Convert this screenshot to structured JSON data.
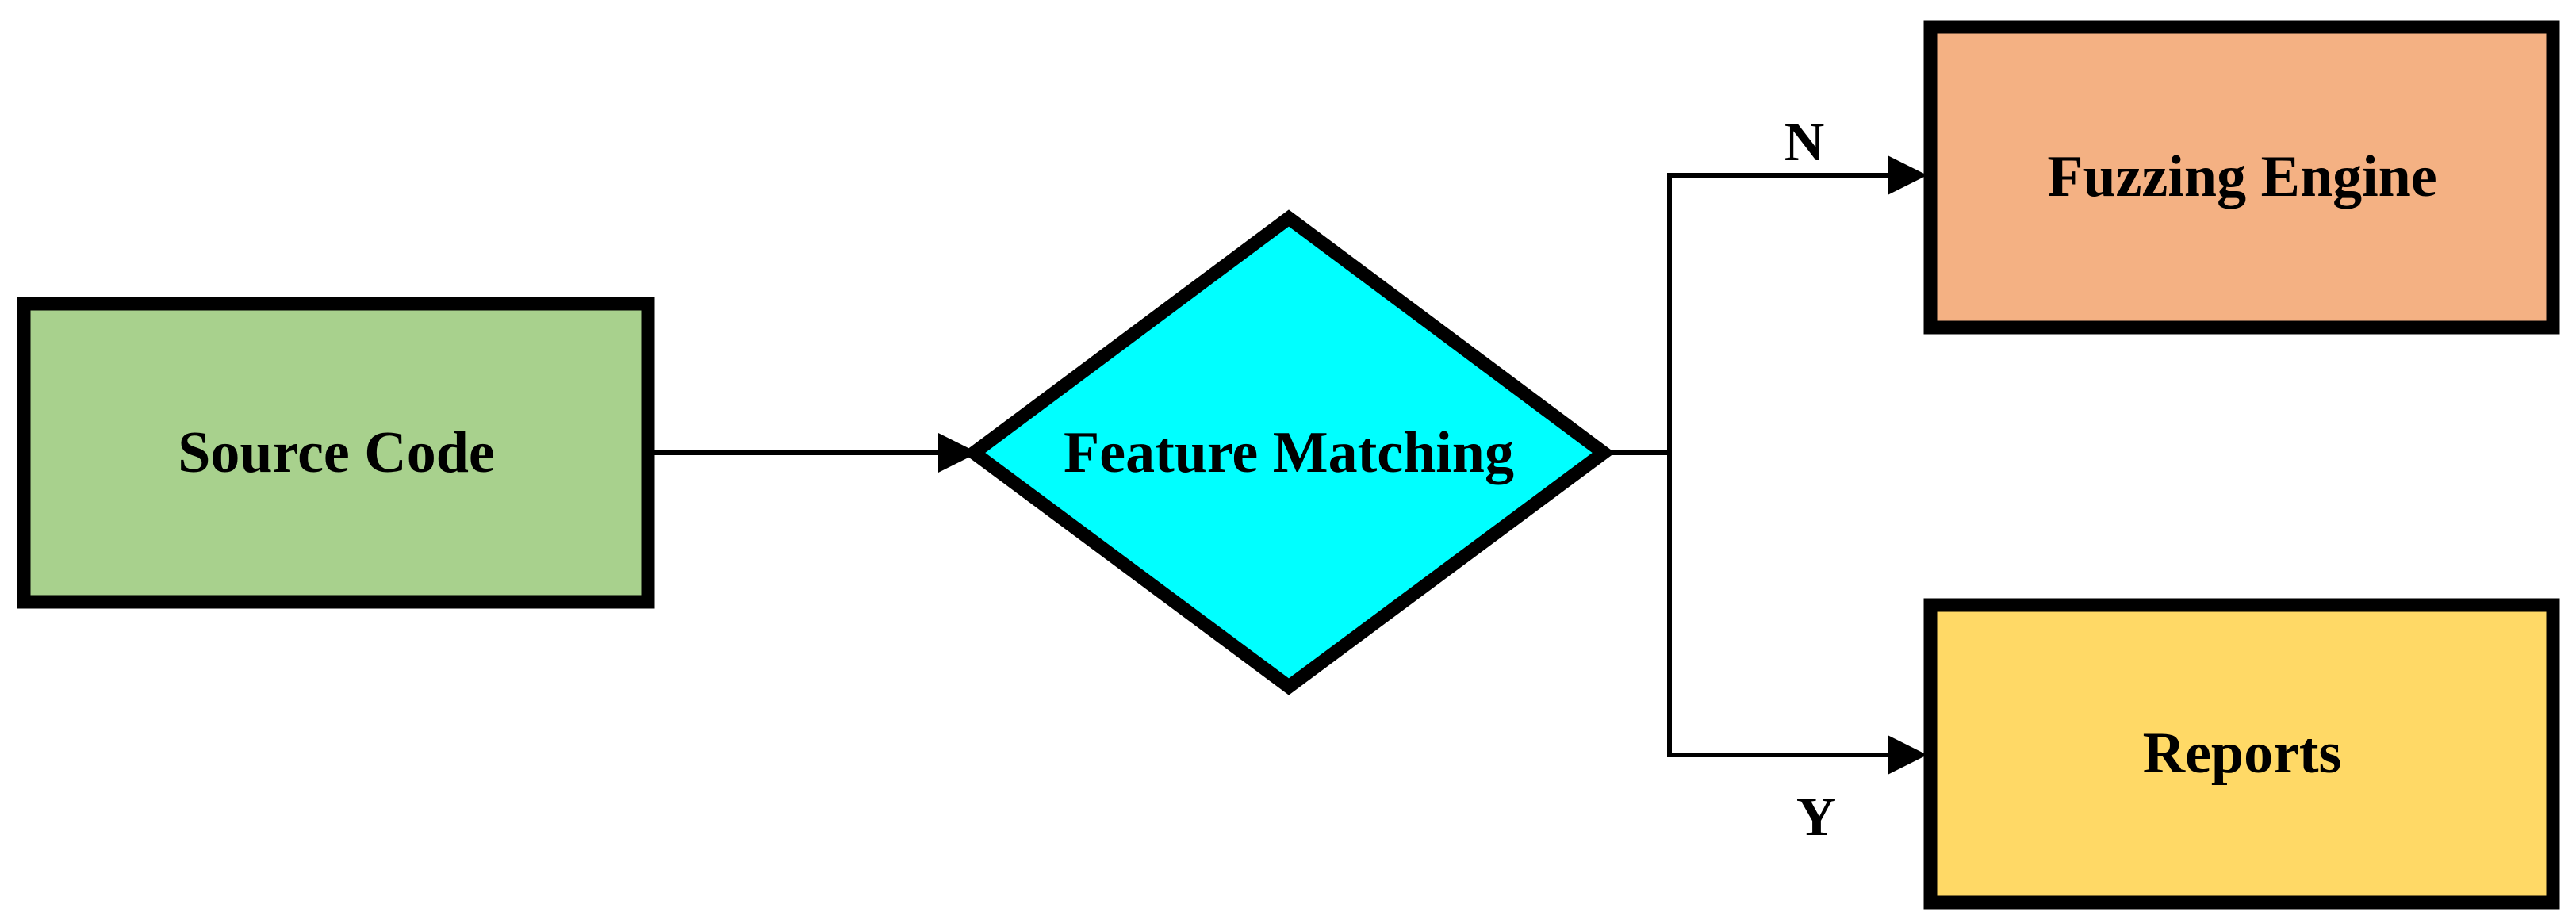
{
  "diagram": {
    "nodes": {
      "source_code": {
        "label": "Source Code",
        "shape": "rectangle",
        "fill": "#a8d18d"
      },
      "feature_matching": {
        "label": "Feature Matching",
        "shape": "diamond",
        "fill": "#00ffff"
      },
      "fuzzing_engine": {
        "label": "Fuzzing Engine",
        "shape": "rectangle",
        "fill": "#f4b183"
      },
      "reports": {
        "label": "Reports",
        "shape": "rectangle",
        "fill": "#ffd966"
      }
    },
    "edges": [
      {
        "from": "source_code",
        "to": "feature_matching",
        "label": ""
      },
      {
        "from": "feature_matching",
        "to": "fuzzing_engine",
        "label": "N"
      },
      {
        "from": "feature_matching",
        "to": "reports",
        "label": "Y"
      }
    ],
    "edge_labels": {
      "no": "N",
      "yes": "Y"
    }
  }
}
